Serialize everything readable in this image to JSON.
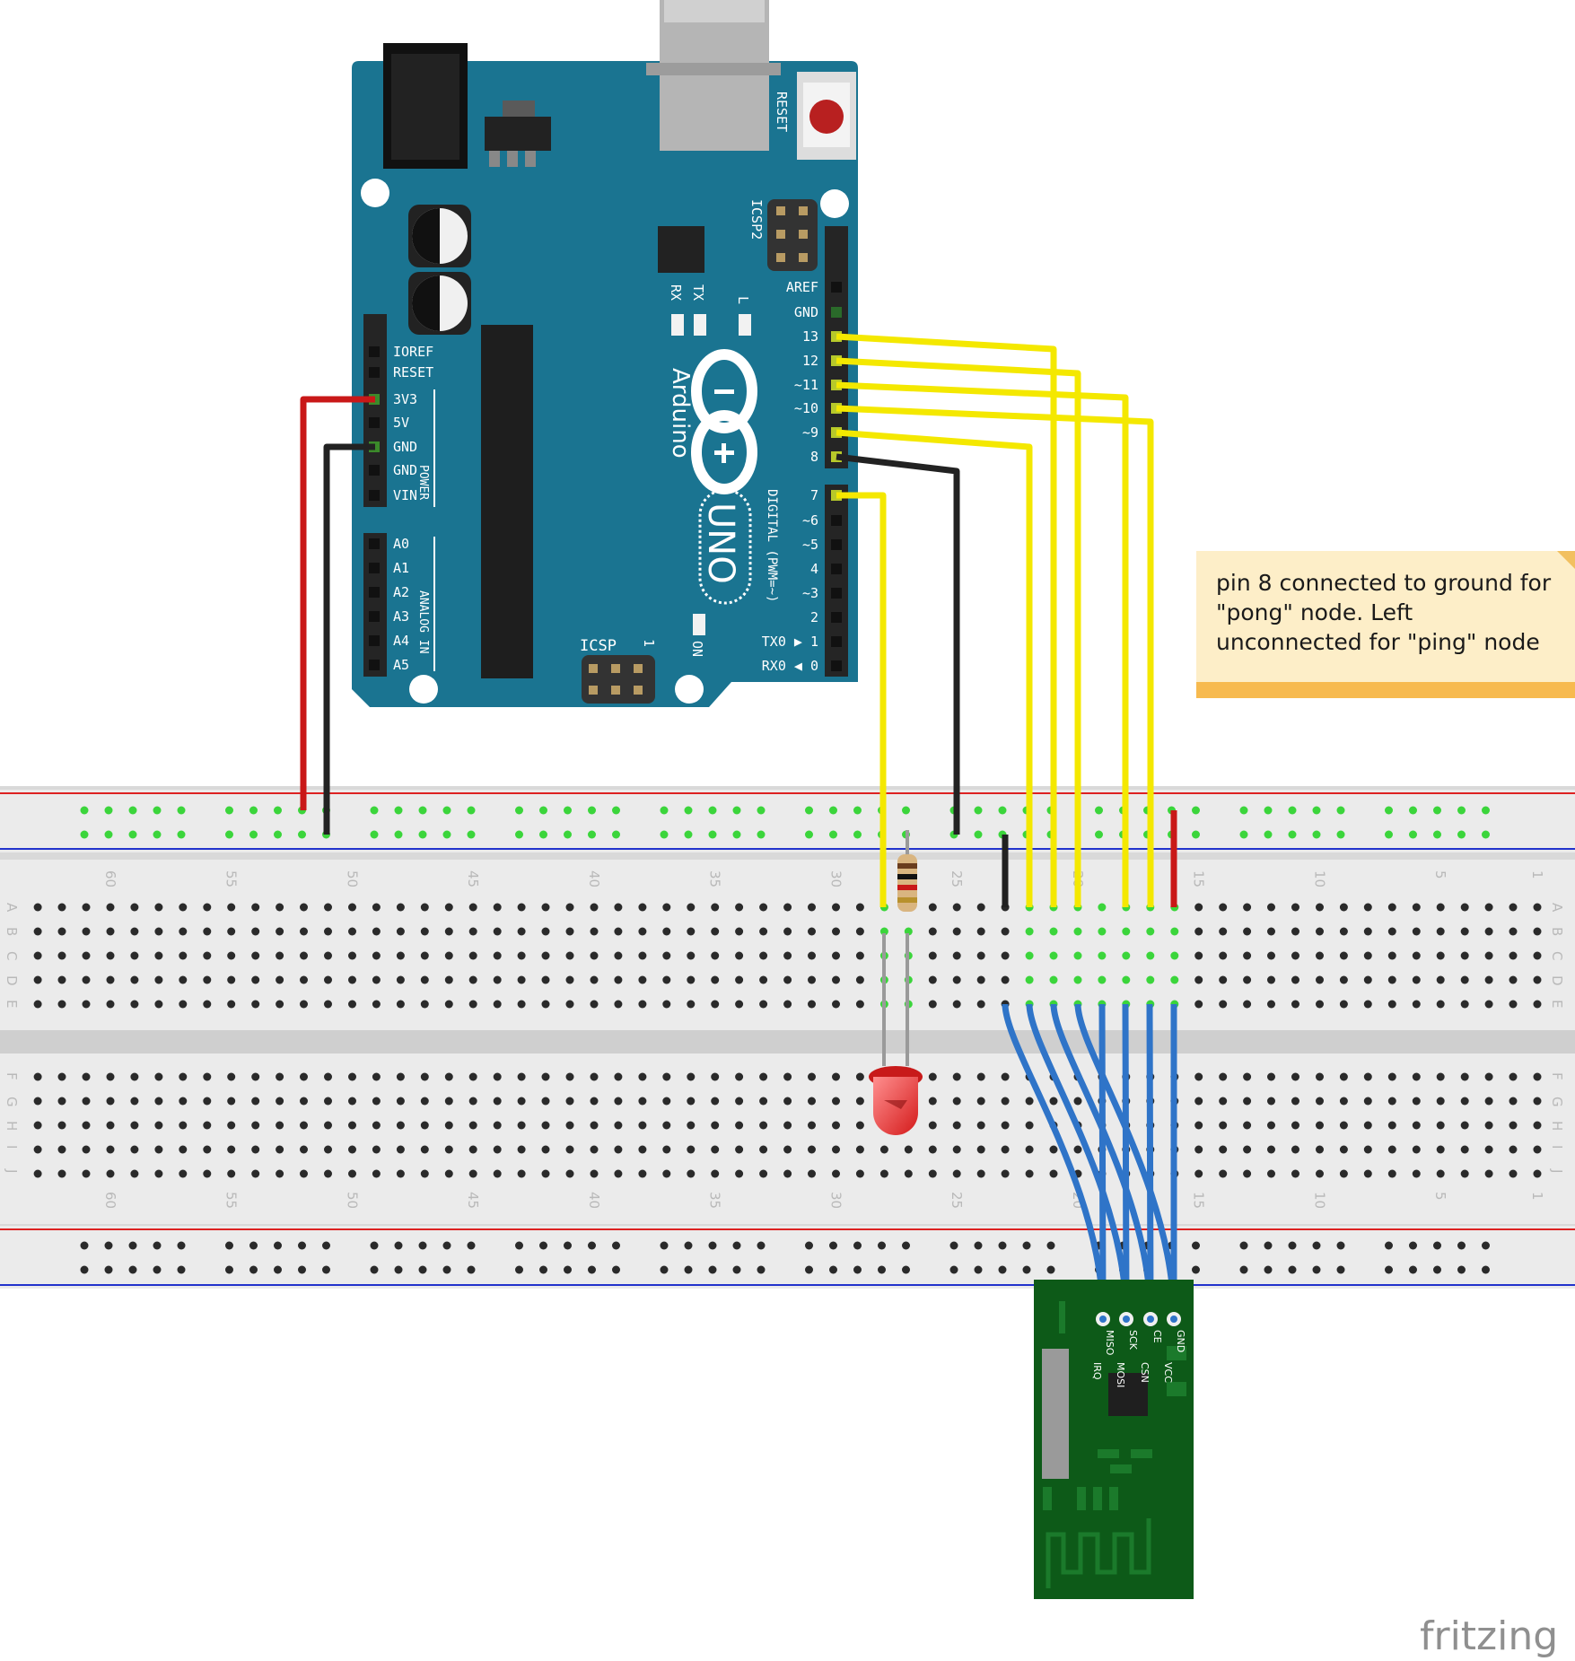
{
  "arduino": {
    "reset_label": "RESET",
    "icsp2_label": "ICSP2",
    "icsp_label": "ICSP",
    "icsp_pin1": "1",
    "tx_label": "TX",
    "rx_label": "RX",
    "l_label": "L",
    "on_label": "ON",
    "brand": "Arduino",
    "model": "UNO",
    "power_label": "POWER",
    "analog_label": "ANALOG IN",
    "digital_label": "DIGITAL (PWM=~)",
    "power_pins": [
      "IOREF",
      "RESET",
      "3V3",
      "5V",
      "GND",
      "GND",
      "VIN"
    ],
    "analog_pins": [
      "A0",
      "A1",
      "A2",
      "A3",
      "A4",
      "A5"
    ],
    "digital_top": [
      "AREF",
      "GND",
      "13",
      "12",
      "~11",
      "~10",
      "~9",
      "8"
    ],
    "digital_bottom": [
      "7",
      "~6",
      "~5",
      "4",
      "~3",
      "2",
      "TX0 ▶ 1",
      "RX0 ◀ 0"
    ]
  },
  "breadboard": {
    "column_numbers": [
      "60",
      "55",
      "50",
      "45",
      "40",
      "35",
      "30",
      "25",
      "20",
      "15",
      "10",
      "5",
      "1"
    ],
    "rows_top": [
      "A",
      "B",
      "C",
      "D",
      "E"
    ],
    "rows_bottom": [
      "F",
      "G",
      "H",
      "I",
      "J"
    ]
  },
  "radio_module": {
    "pins_top": [
      "MISO",
      "SCK",
      "CE",
      "GND"
    ],
    "pins_bottom": [
      "IRQ",
      "MOSI",
      "CSN",
      "VCC"
    ]
  },
  "note": {
    "lines": [
      "pin 8 connected to ground for",
      "\"pong\" node. Left",
      "unconnected for \"ping\" node"
    ]
  },
  "brand_mark": "fritzing",
  "colors": {
    "board": "#1a7491",
    "wire_yellow": "#f4e800",
    "wire_red": "#c91818",
    "wire_black": "#222222",
    "wire_blue": "#3a7fd0",
    "module": "#0d5a18",
    "note": "#fdeec8"
  }
}
